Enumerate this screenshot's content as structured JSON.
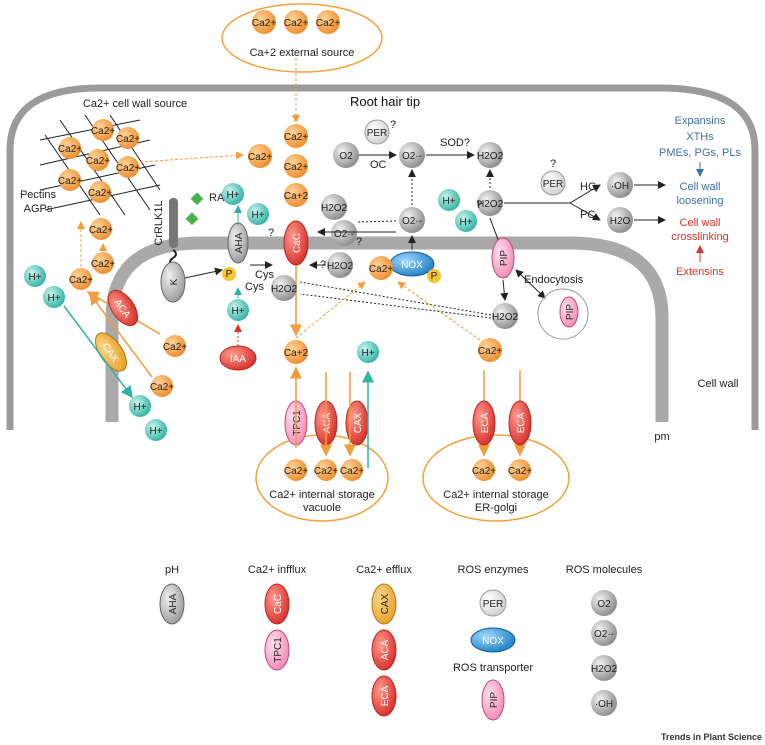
{
  "labels": {
    "external_source": "Ca+2 external source",
    "root_hair_tip": "Root hair tip",
    "cell_wall_source": "Ca2+ cell wall source",
    "pectins": "Pectins",
    "agps": "AGPs",
    "ralf": "RALF",
    "crrlk1l": "CrRLK1L",
    "k": "K",
    "cys1": "Cys",
    "cys2": "Cys",
    "iaa": "IAA",
    "aca": "ACA",
    "cax": "CAX",
    "cac": "CaC",
    "nox": "NOX",
    "pip": "PIP",
    "per": "PER",
    "endocytosis": "Endocytosis",
    "oc": "OC",
    "sod": "SOD?",
    "hc": "HC",
    "pc": "PC",
    "q": "?",
    "expansins": "Expansins",
    "xths": "XTHs",
    "pmes": "PMEs, PGs, PLs",
    "cell_wall_loosening_1": "Cell wall",
    "cell_wall_loosening_2": "loosening",
    "cell_wall_crosslinking_1": "Cell wall",
    "cell_wall_crosslinking_2": "crosslinking",
    "extensins": "Extensins",
    "cell_wall": "Cell wall",
    "pm": "pm",
    "tpc1": "TPC1",
    "eca": "ECA",
    "vacuole_1": "Ca2+ internal storage",
    "vacuole_2": "vacuole",
    "er_1": "Ca2+ internal storage",
    "er_2": "ER-golgi",
    "p": "P",
    "ca": "Ca2+",
    "ca_plus2": "Ca+2",
    "h": "H+",
    "h2o2": "H2O2",
    "o2": "O2",
    "o2r": "O2·-",
    "oh": "·OH",
    "h2o": "H2O"
  },
  "legend": {
    "ph": "pH",
    "ca_influx": "Ca2+ infflux",
    "ca_efflux": "Ca2+ efflux",
    "ros_enzymes": "ROS enzymes",
    "ros_molecules": "ROS molecules",
    "ros_transporter": "ROS transporter",
    "aha": "AHA",
    "cac": "CaC",
    "tpc1": "TPC1",
    "cax": "CAX",
    "aca": "ACA",
    "eca": "ECA",
    "per": "PER",
    "nox": "NOX",
    "pip": "PIP",
    "o2": "O2",
    "o2r": "O2·-",
    "h2o2": "H2O2",
    "oh": "·OH"
  },
  "footer": "Trends in Plant Science",
  "colors": {
    "calcium": "#f39c3c",
    "proton": "#4fc3b4",
    "ros": "#8c8c8c",
    "red_transporter": "#e04a45",
    "nox": "#2b93d6",
    "pip": "#f7a9c8",
    "membrane": "#a8a8a8",
    "blue_text": "#3d6fa8",
    "red_text": "#d7342b"
  }
}
